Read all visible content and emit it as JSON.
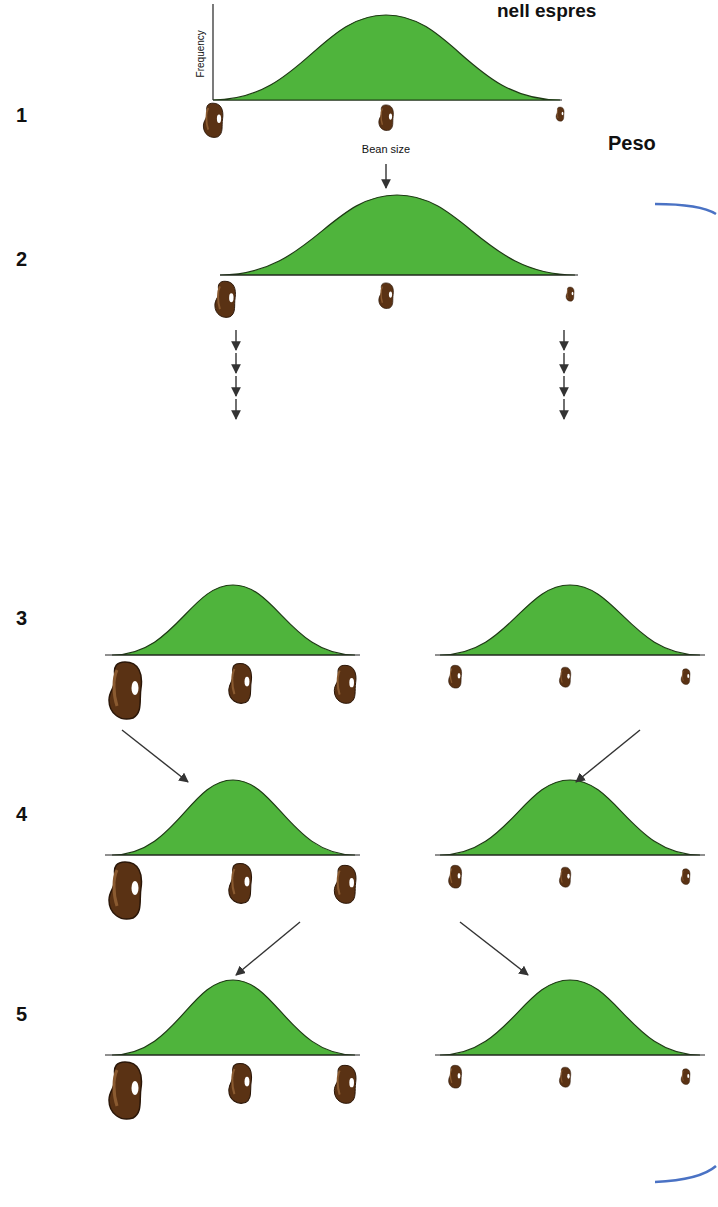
{
  "diagram": {
    "labels": [
      "nell espres",
      "Frequency",
      "Bean size",
      "Peso",
      "1",
      "2",
      "3",
      "4",
      "5"
    ]
  }
}
